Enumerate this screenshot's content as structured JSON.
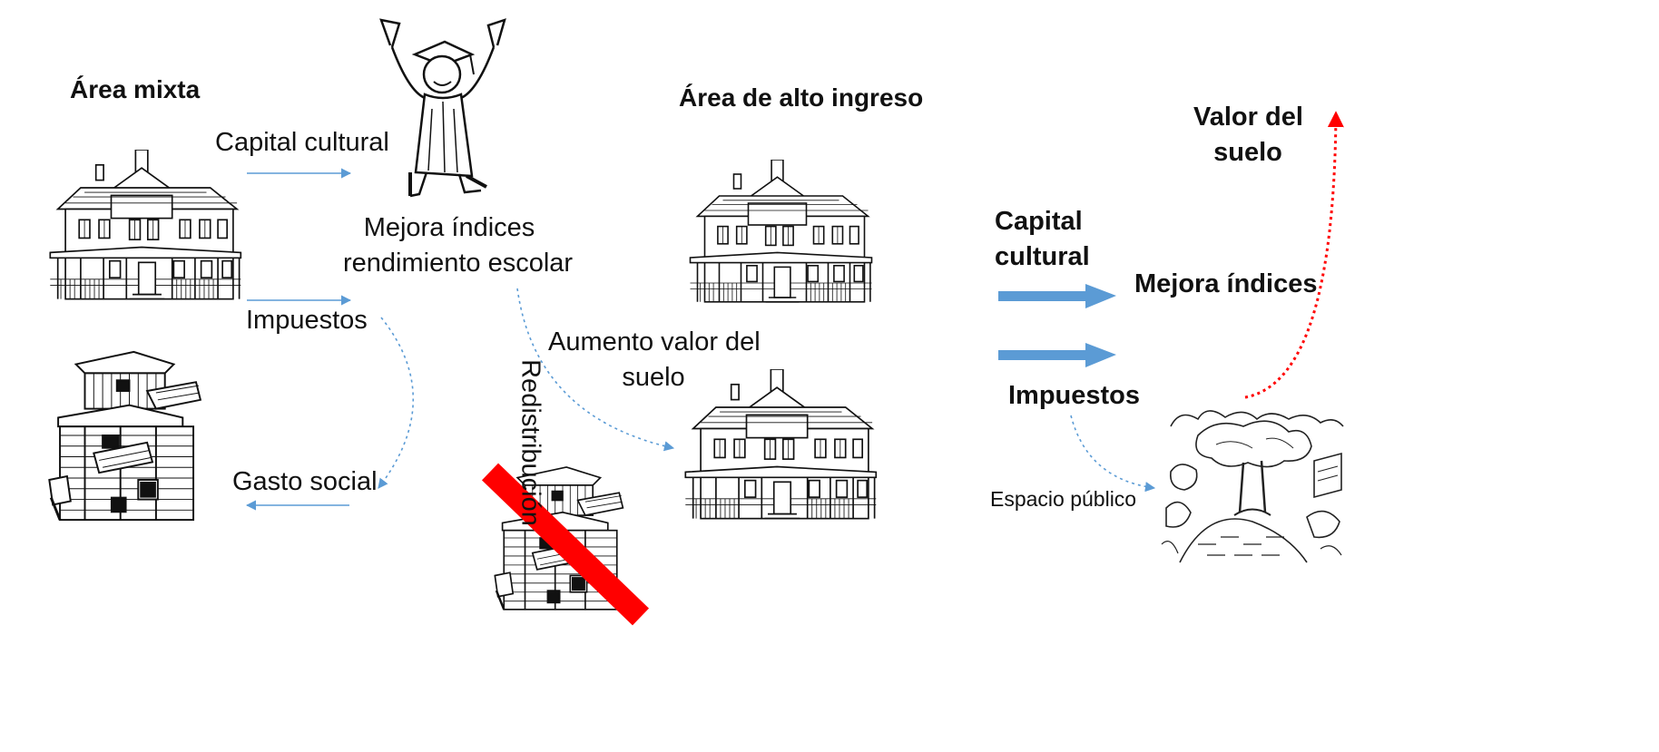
{
  "left": {
    "area_title": "Área mixta",
    "capital_label": "Capital cultural",
    "impuestos_label": "Impuestos",
    "gasto_label": "Gasto social",
    "redistribucion_label": "Redistribución"
  },
  "middle": {
    "mejora_line1": "Mejora índices",
    "mejora_line2": "rendimiento escolar",
    "aumento_line1": "Aumento valor del",
    "aumento_line2": "suelo",
    "area_title": "Área de alto ingreso"
  },
  "right": {
    "capital_line1": "Capital",
    "capital_line2": "cultural",
    "mejora_label": "Mejora índices",
    "impuestos_label": "Impuestos",
    "espacio_label": "Espacio público",
    "valor_line1": "Valor del",
    "valor_line2": "suelo"
  },
  "colors": {
    "arrow_blue": "#5b9bd5",
    "arrow_red": "#ff0000",
    "strike": "#ff0000",
    "ink": "#111111"
  },
  "icons": {
    "house": "victorian-house-icon",
    "shack": "shanty-house-icon",
    "graduate": "graduate-icon",
    "park": "public-park-icon"
  }
}
